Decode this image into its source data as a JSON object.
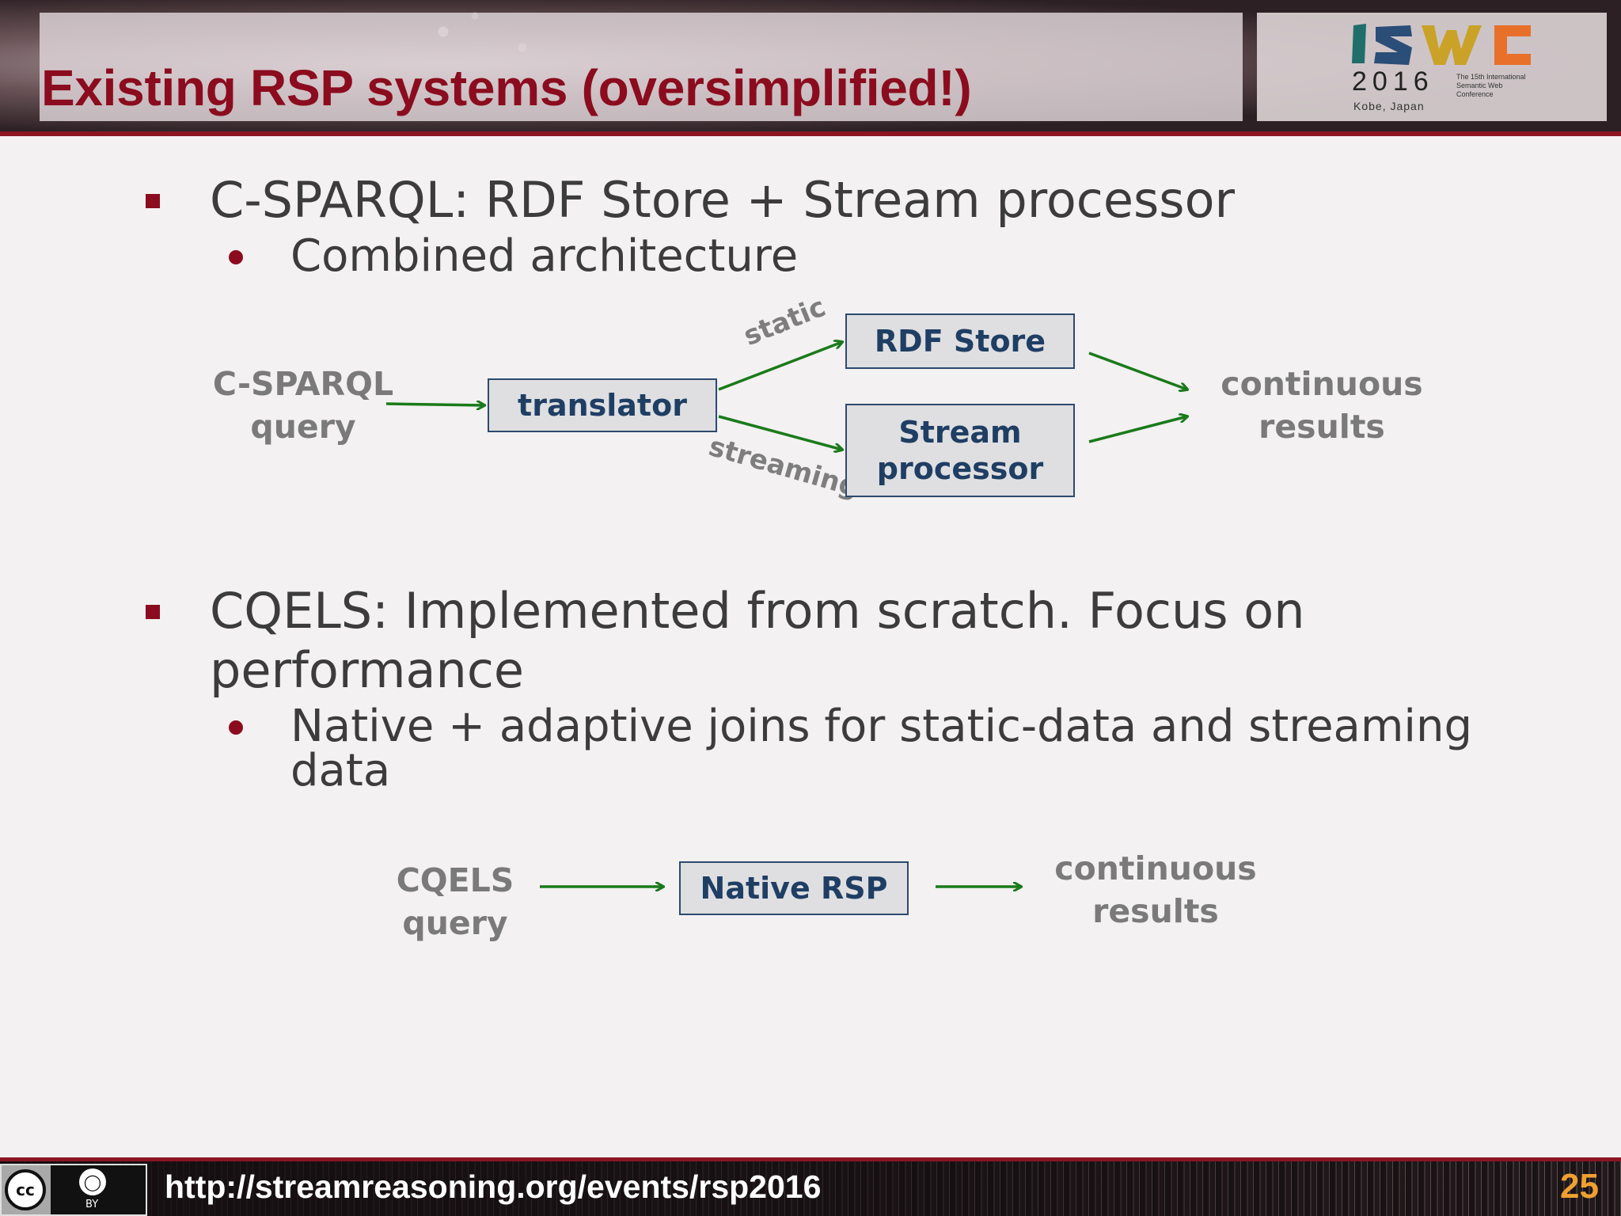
{
  "title": "Existing RSP systems (oversimplified!)",
  "logo": {
    "year": "2016",
    "place": "Kobe, Japan",
    "conference": "The 15th International Semantic Web Conference"
  },
  "bullets": [
    {
      "text": "C-SPARQL: RDF Store + Stream processor",
      "sub": "Combined architecture"
    },
    {
      "text_line1": "CQELS: Implemented from scratch. Focus on",
      "text_line2": "performance",
      "sub_line1": "Native + adaptive joins for static-data and streaming",
      "sub_line2": "data"
    }
  ],
  "diagram1": {
    "input_line1": "C-SPARQL",
    "input_line2": "query",
    "translator": "translator",
    "edge_static": "static",
    "edge_streaming": "streaming",
    "rdf_store": "RDF Store",
    "stream_processor_line1": "Stream",
    "stream_processor_line2": "processor",
    "output_line1": "continuous",
    "output_line2": "results"
  },
  "diagram2": {
    "input_line1": "CQELS",
    "input_line2": "query",
    "native_rsp": "Native RSP",
    "output_line1": "continuous",
    "output_line2": "results"
  },
  "footer": {
    "license_cc": "cc",
    "license_by": "BY",
    "url": "http://streamreasoning.org/events/rsp2016",
    "page_number": "25"
  },
  "colors": {
    "title": "#8b0c1e",
    "bullet": "#8b0c1e",
    "box_text": "#1f3e64",
    "arrow": "#1a7a1a",
    "page_number": "#f0a030"
  }
}
